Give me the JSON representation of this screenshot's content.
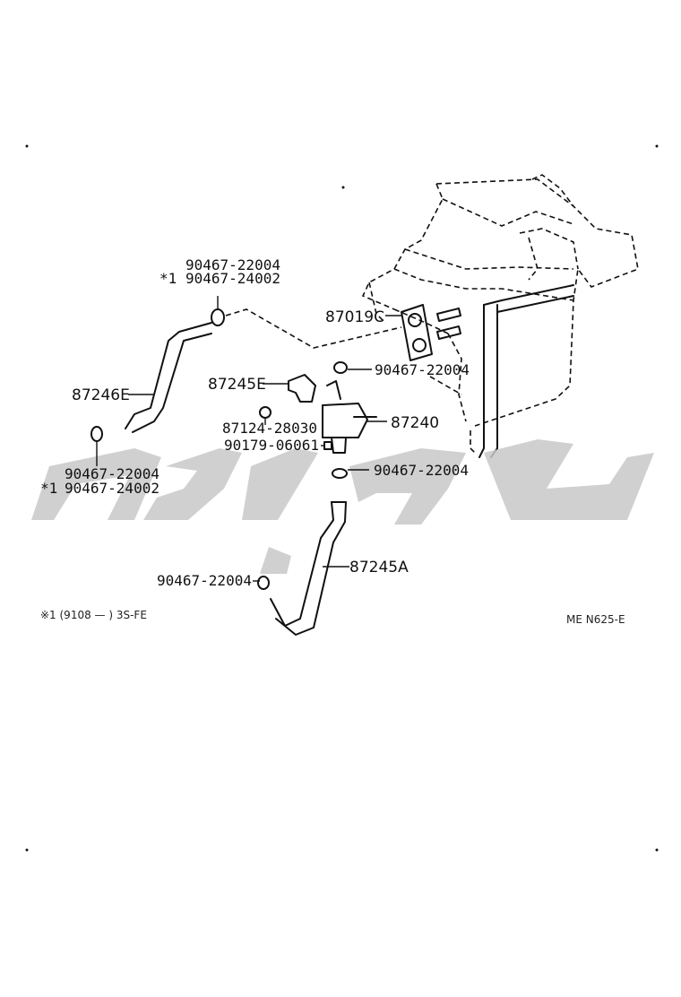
{
  "labels": {
    "p1": "90467-22004",
    "p1_alt": "90467-24002",
    "p1_alt_mark": "*1",
    "p2": "87019C",
    "p3": "90467-22004",
    "p4": "87245E",
    "p5": "87240",
    "p6": "87124-28030",
    "p7": "90179-06061",
    "p8": "87246E",
    "p9": "90467-22004",
    "p9_alt": "90467-24002",
    "p9_alt_mark": "*1",
    "p10": "90467-22004",
    "p11": "87245A",
    "p12": "90467-22004"
  },
  "footnote": "※1 (9108 —      ) 3S-FE",
  "figure_code": "ME N625-E"
}
